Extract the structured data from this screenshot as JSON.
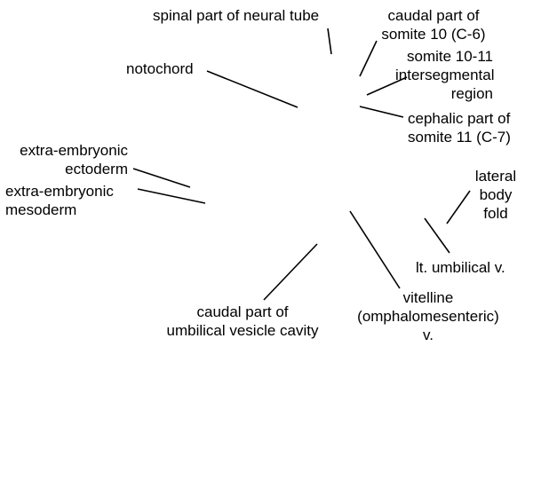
{
  "labels": {
    "spinal_part": [
      "spinal part of neural tube"
    ],
    "caudal_somite_10": [
      "caudal part of",
      "somite 10 (C-6)"
    ],
    "notochord": [
      "notochord"
    ],
    "somite_10_11": [
      "somite 10-11",
      "intersegmental",
      "region"
    ],
    "cephalic_somite_11": [
      "cephalic part of",
      "somite 11 (C-7)"
    ],
    "extra_ectoderm": [
      "extra-embryonic",
      "ectoderm"
    ],
    "extra_mesoderm": [
      "extra-embryonic",
      "mesoderm"
    ],
    "lateral_body_fold": [
      "lateral",
      "body",
      "fold"
    ],
    "umbilical_vein": [
      "lt. umbilical v."
    ],
    "vitelline_vein": [
      "vitelline",
      "(omphalomesenteric)",
      "v."
    ],
    "umbilical_vesicle": [
      "caudal part of",
      "umbilical vesicle cavity"
    ]
  },
  "colors": {
    "text": "#000000",
    "lines": "#000000",
    "background": "#ffffff"
  }
}
